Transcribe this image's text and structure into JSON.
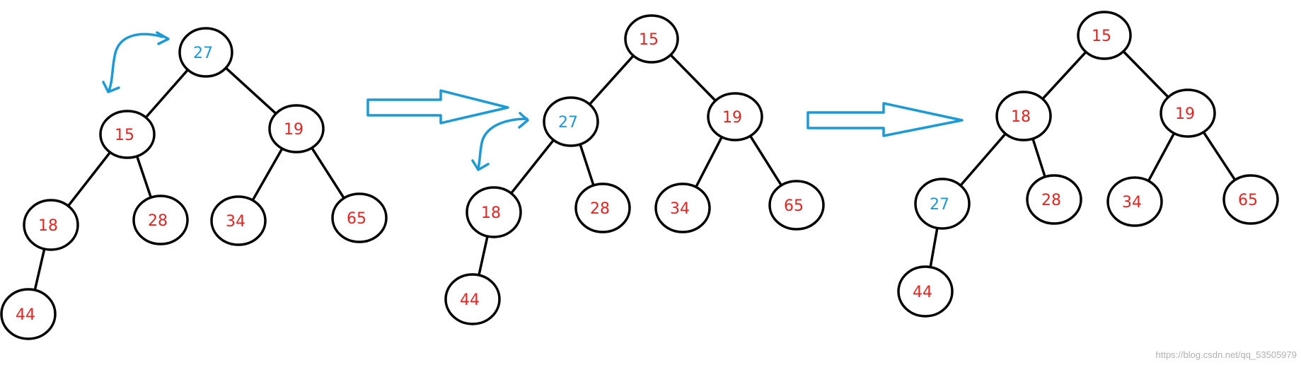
{
  "colors": {
    "normal": "#e8231f",
    "moving": "#1a9ad6",
    "arrow": "#1a9ad6",
    "stroke": "#000000"
  },
  "trees": [
    {
      "nodes": [
        {
          "id": "a27",
          "label": "27",
          "moving": true
        },
        {
          "id": "a15",
          "label": "15",
          "moving": false
        },
        {
          "id": "a19",
          "label": "19",
          "moving": false
        },
        {
          "id": "a18",
          "label": "18",
          "moving": false
        },
        {
          "id": "a28",
          "label": "28",
          "moving": false
        },
        {
          "id": "a34",
          "label": "34",
          "moving": false
        },
        {
          "id": "a65",
          "label": "65",
          "moving": false
        },
        {
          "id": "a44",
          "label": "44",
          "moving": false
        }
      ]
    },
    {
      "nodes": [
        {
          "id": "b15",
          "label": "15",
          "moving": false
        },
        {
          "id": "b27",
          "label": "27",
          "moving": true
        },
        {
          "id": "b19",
          "label": "19",
          "moving": false
        },
        {
          "id": "b18",
          "label": "18",
          "moving": false
        },
        {
          "id": "b28",
          "label": "28",
          "moving": false
        },
        {
          "id": "b34",
          "label": "34",
          "moving": false
        },
        {
          "id": "b65",
          "label": "65",
          "moving": false
        },
        {
          "id": "b44",
          "label": "44",
          "moving": false
        }
      ]
    },
    {
      "nodes": [
        {
          "id": "c15",
          "label": "15",
          "moving": false
        },
        {
          "id": "c18",
          "label": "18",
          "moving": false
        },
        {
          "id": "c19",
          "label": "19",
          "moving": false
        },
        {
          "id": "c27",
          "label": "27",
          "moving": true
        },
        {
          "id": "c28",
          "label": "28",
          "moving": false
        },
        {
          "id": "c34",
          "label": "34",
          "moving": false
        },
        {
          "id": "c65",
          "label": "65",
          "moving": false
        },
        {
          "id": "c44",
          "label": "44",
          "moving": false
        }
      ]
    }
  ],
  "watermark": "https://blog.csdn.net/qq_53505979"
}
